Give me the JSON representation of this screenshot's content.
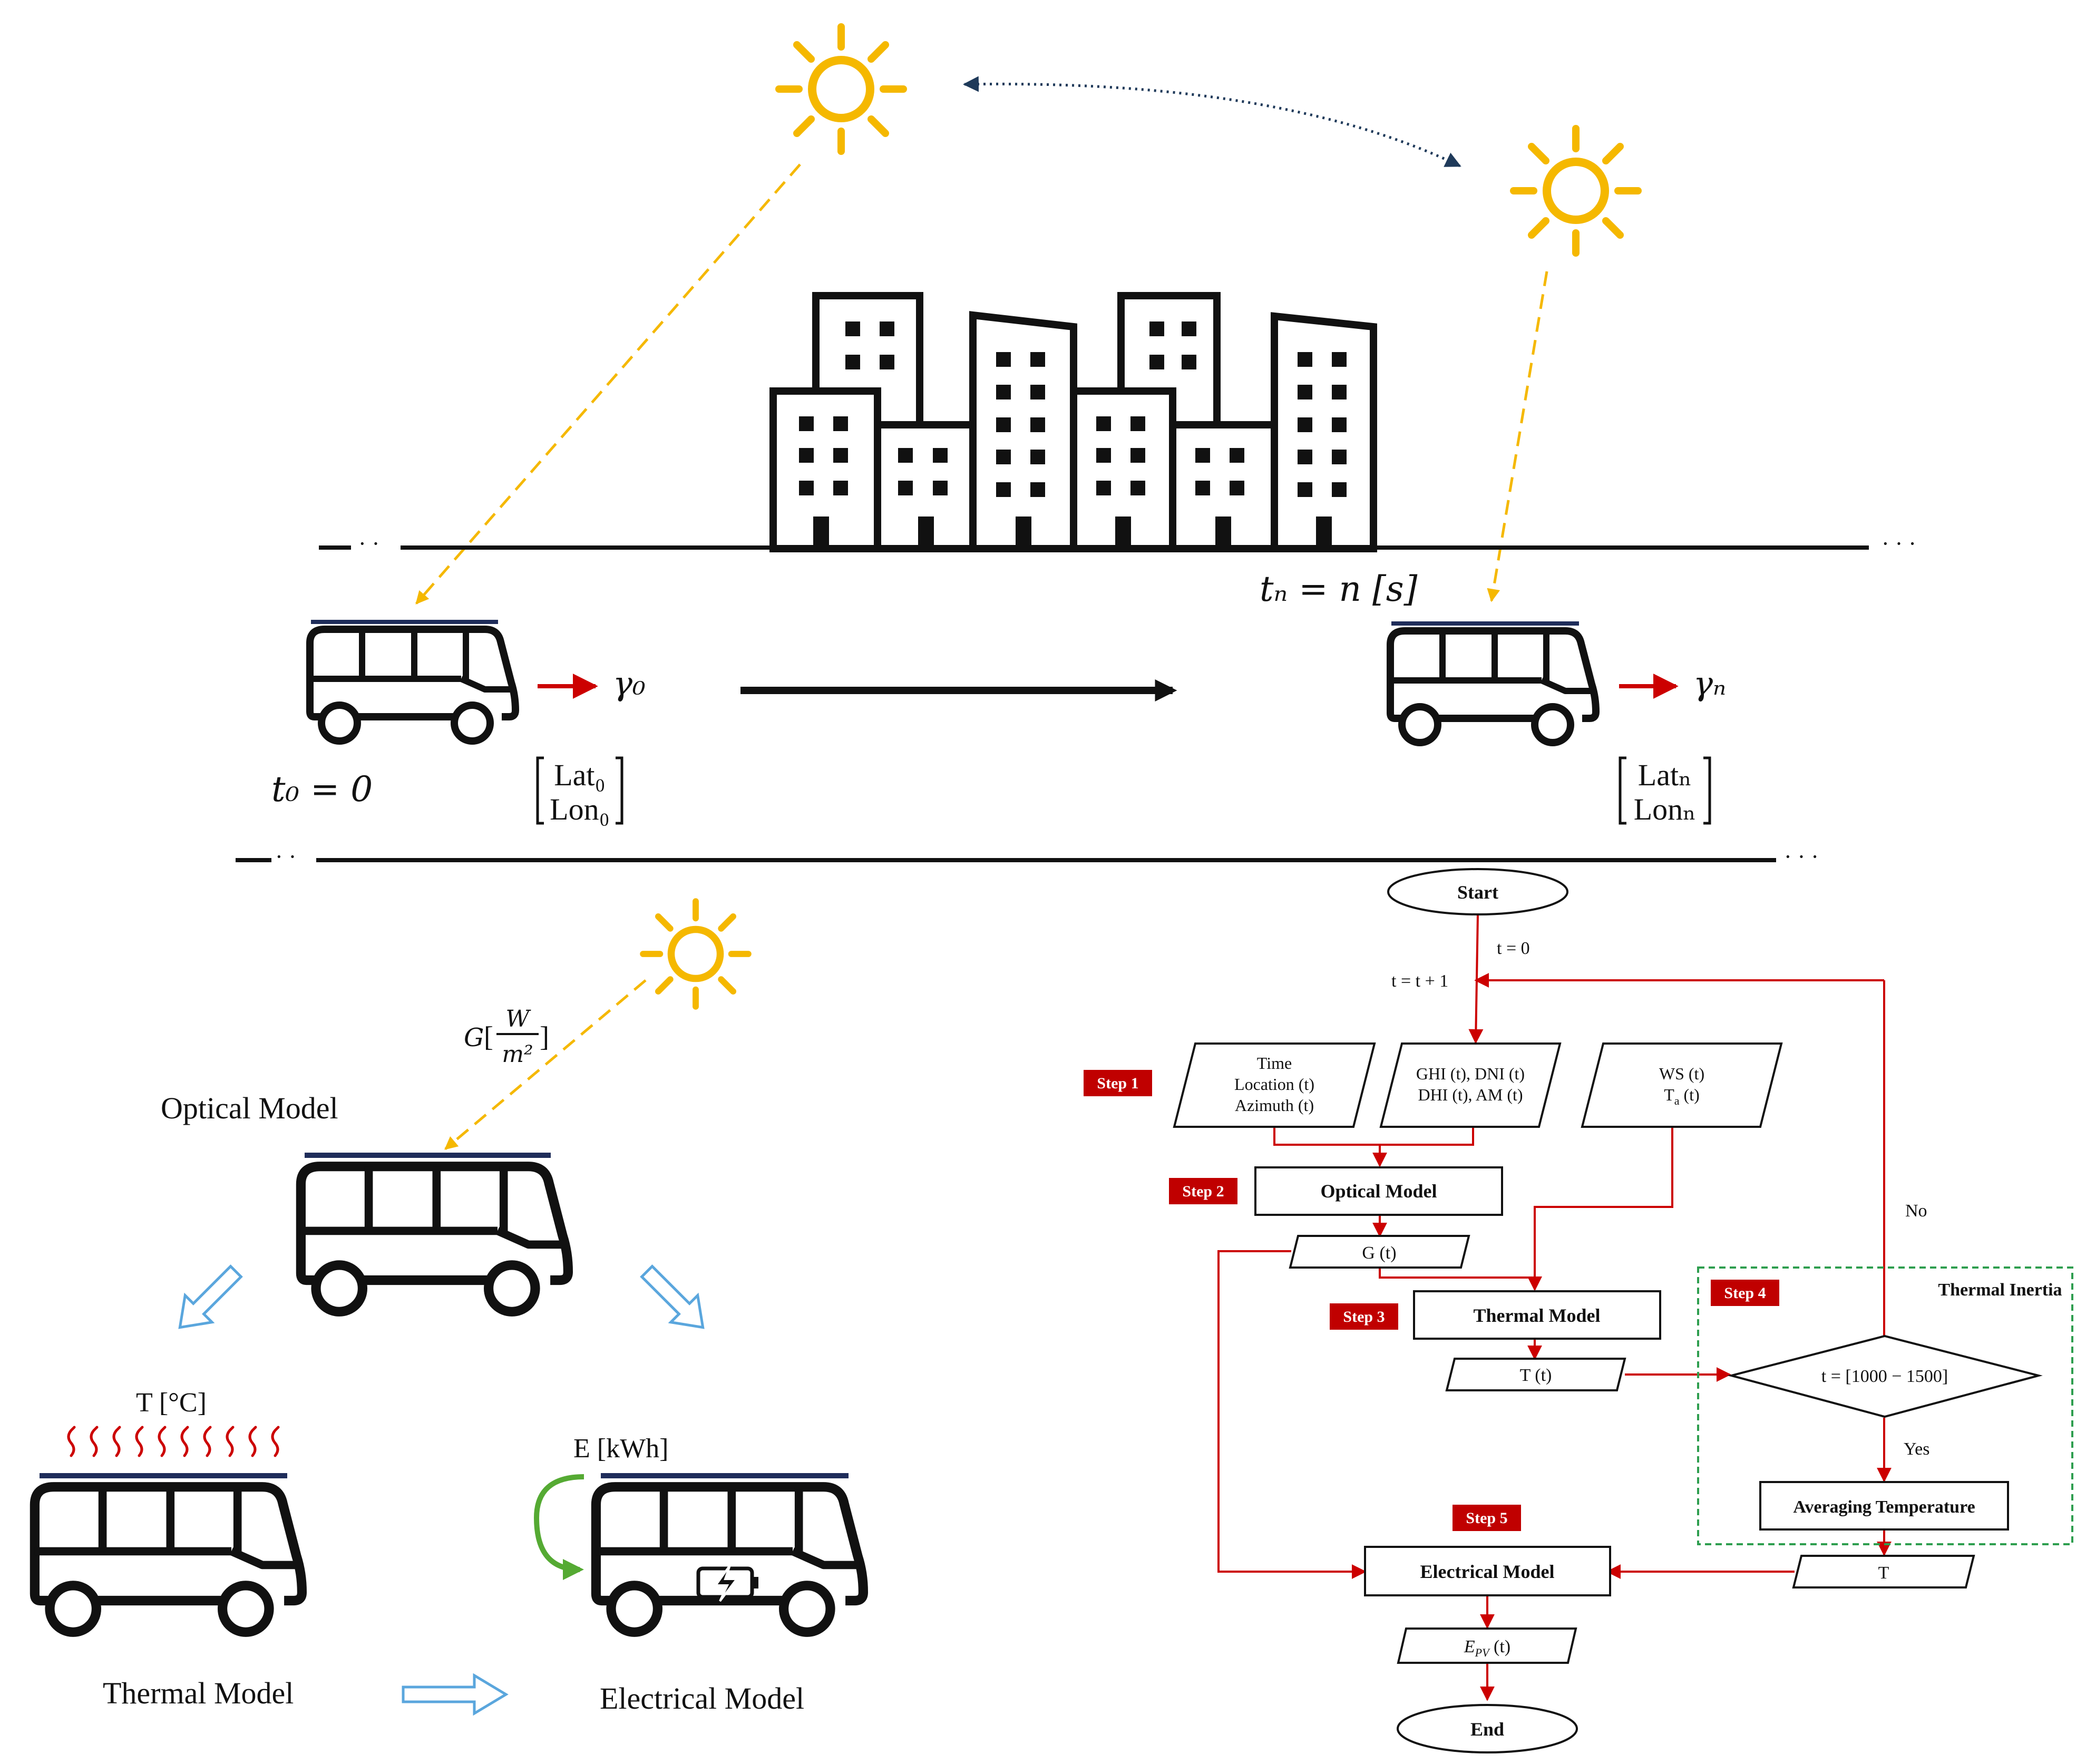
{
  "scene": {
    "t0_label": "t₀ = 0",
    "tn_label": "tₙ = n [s]",
    "gamma0": "γ₀",
    "gamman": "γₙ",
    "lat0": "Lat₀",
    "lon0": "Lon₀",
    "latn": "Latₙ",
    "lonn": "Lonₙ",
    "ellipsis": "· ·",
    "ellipsis_right": "· · ·"
  },
  "models": {
    "g_symbol": "G",
    "g_unit_num": "W",
    "g_unit_den": "m²",
    "optical_label": "Optical Model",
    "thermal_label": "Thermal Model",
    "electrical_label": "Electrical Model",
    "temp_unit": "T [°C]",
    "energy_unit": "E [kWh]"
  },
  "flowchart": {
    "start": "Start",
    "end": "End",
    "t_init": "t = 0",
    "t_incr": "t = t + 1",
    "input1": [
      "Time",
      "Location (t)",
      "Azimuth (t)"
    ],
    "input2": [
      "GHI (t), DNI (t)",
      "DHI (t), AM (t)"
    ],
    "input3_ws": "WS (t)",
    "input3_ta": "T",
    "input3_ta_sub": "a",
    "input3_ta_tail": " (t)",
    "optical": "Optical Model",
    "g_out": "G (t)",
    "thermal": "Thermal Model",
    "t_out": "T (t)",
    "decision": "t = [1000 − 1500]",
    "yes": "Yes",
    "no": "No",
    "averaging": "Averaging Temperature",
    "t_avg": "T",
    "electrical": "Electrical Model",
    "epv_main": "E",
    "epv_sub": "PV",
    "epv_tail": " (t)",
    "group_label": "Thermal Inertia",
    "steps": [
      "Step 1",
      "Step 2",
      "Step 3",
      "Step 4",
      "Step 5"
    ]
  },
  "colors": {
    "sun": "#f5b800",
    "flow_red": "#cc0000",
    "step_badge": "#c00000",
    "panel_navy": "#1f2d5a",
    "thermal_group": "#2e9e4f",
    "model_arrow": "#5aa6dd",
    "charge_arrow": "#55aa33"
  }
}
